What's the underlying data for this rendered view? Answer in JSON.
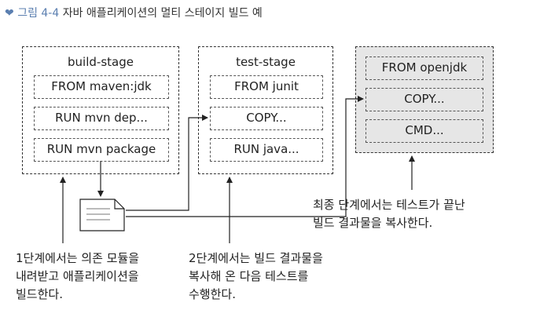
{
  "caption": {
    "marker": "❤",
    "figure_number": "그림 4-4",
    "title": "자바 애플리케이션의 멀티 스테이지 빌드 예"
  },
  "stages": [
    {
      "title": "build-stage",
      "steps": [
        "FROM maven:jdk",
        "RUN mvn dep...",
        "RUN mvn package"
      ]
    },
    {
      "title": "test-stage",
      "steps": [
        "FROM junit",
        "COPY...",
        "RUN java..."
      ]
    },
    {
      "title": "",
      "steps": [
        "FROM openjdk",
        "COPY...",
        "CMD..."
      ]
    }
  ],
  "icons": {
    "artifact": "document-icon"
  },
  "notes": {
    "stage1": "1단계에서는 의존 모듈을\n내려받고 애플리케이션을\n빌드한다.",
    "stage2": "2단계에서는 빌드 결과물을\n복사해 온 다음 테스트를\n수행한다.",
    "stage3": "최종 단계에서는 테스트가 끝난\n빌드 결과물을 복사한다."
  },
  "colors": {
    "caption_accent": "#5b7fb0",
    "final_stage_fill": "#e6e6e6"
  }
}
